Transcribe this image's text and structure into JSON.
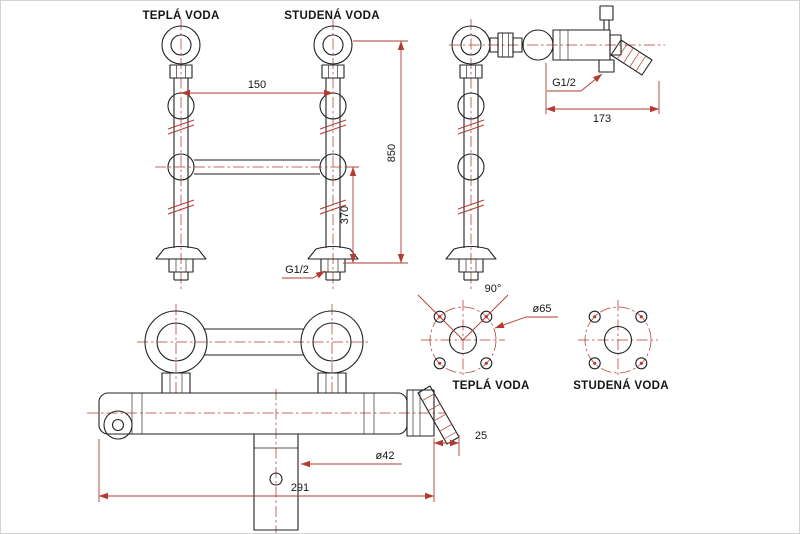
{
  "drawing": {
    "front_view": {
      "hot_label": "TEPLÁ VODA",
      "cold_label": "STUDENÁ VODA",
      "dim_spacing": "150",
      "dim_total_height": "850",
      "dim_riser_height": "370",
      "dim_thread": "G1/2"
    },
    "side_view": {
      "dim_thread": "G1/2",
      "dim_reach": "173"
    },
    "bottom_view": {
      "dim_spout_diameter": "ø42",
      "dim_width": "291",
      "dim_handle_offset": "25"
    },
    "flange_detail": {
      "dim_bolt_angle": "90°",
      "dim_bolt_circle": "ø65",
      "hot_label": "TEPLÁ VODA",
      "cold_label": "STUDENÁ VODA"
    }
  },
  "colors": {
    "geometry": "#222222",
    "dimension": "#b23b32",
    "background": "#ffffff"
  }
}
